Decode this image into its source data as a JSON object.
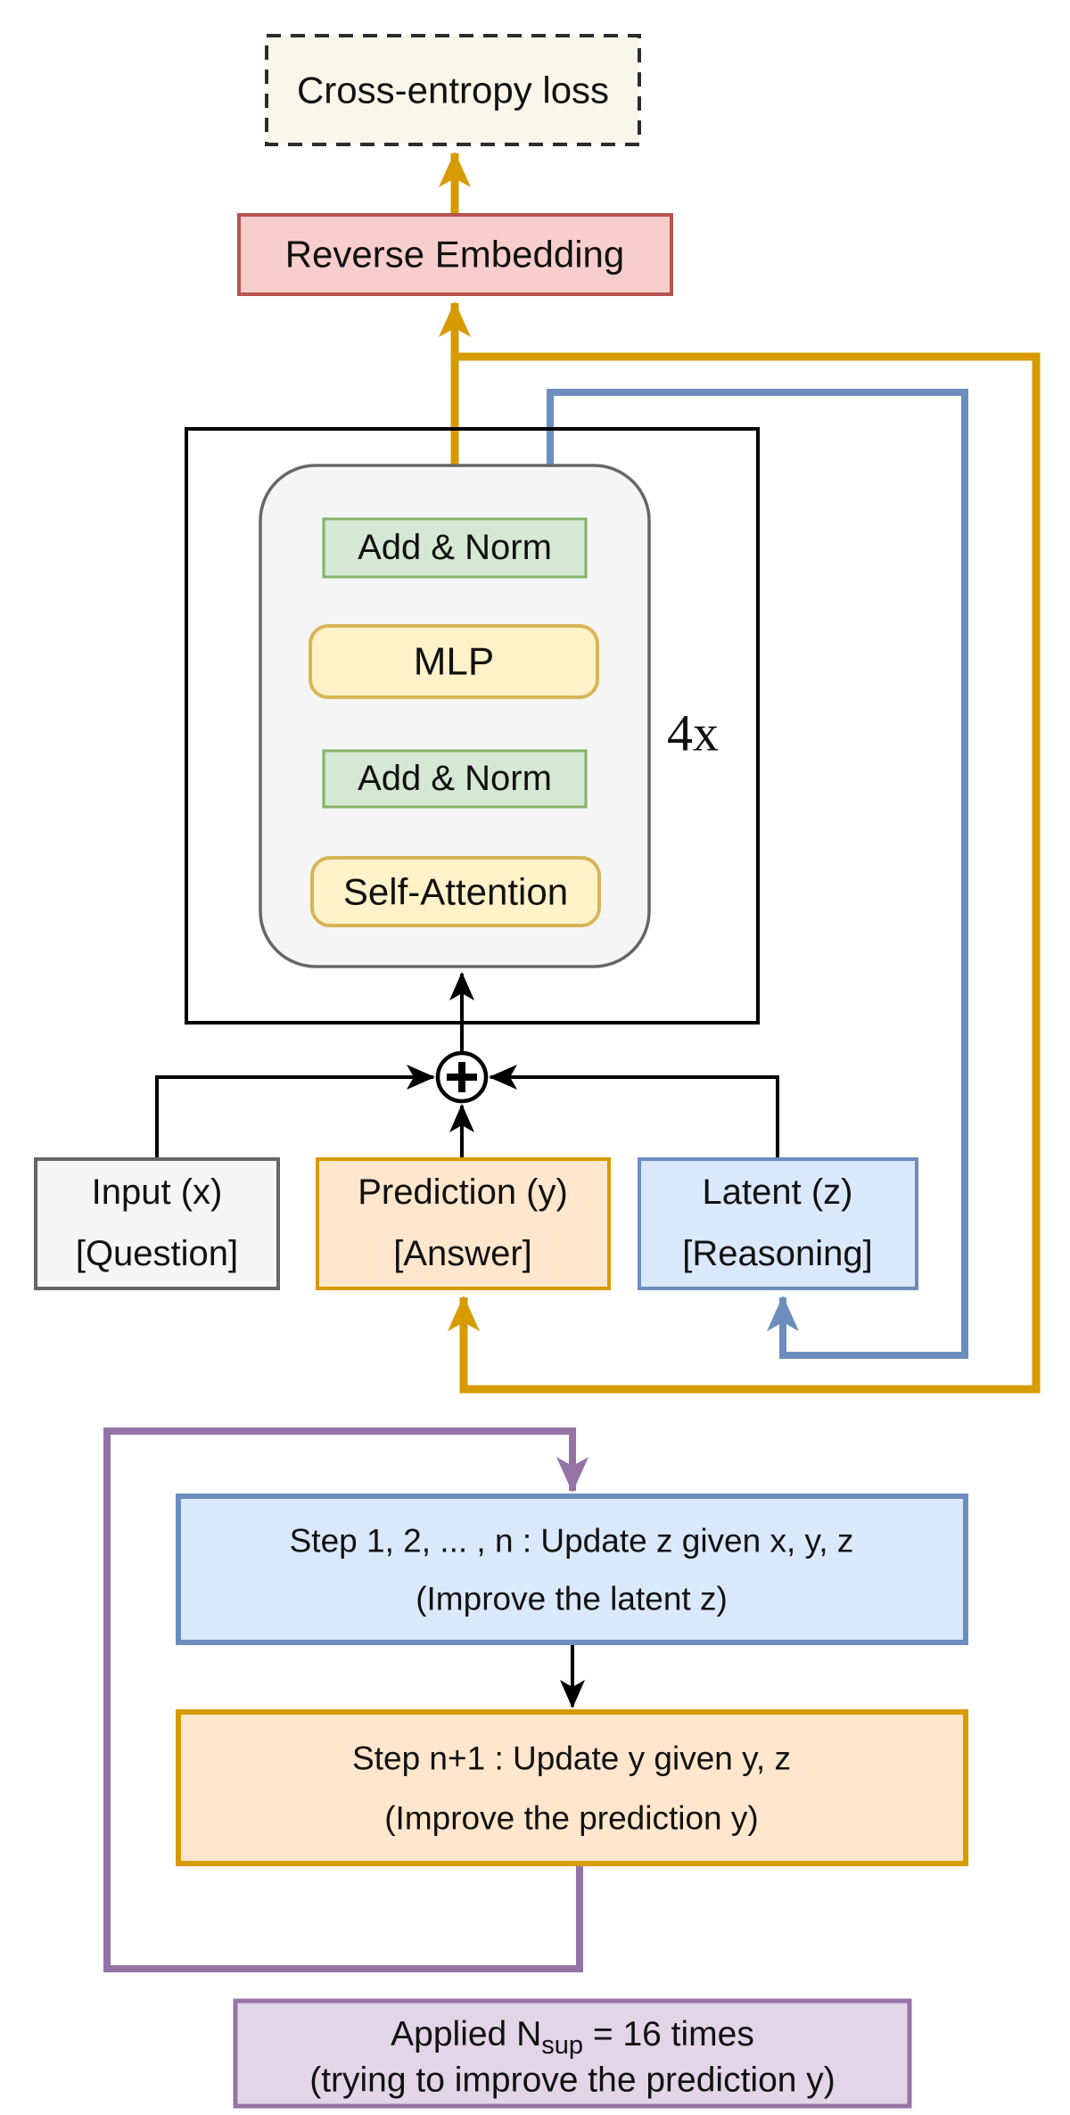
{
  "colors": {
    "orange_accent": "#d79b00",
    "orange_fill": "#ffe6cc",
    "blue_accent": "#6c8ebf",
    "blue_fill": "#dae8fc",
    "purple_accent": "#9673a6",
    "purple_fill": "#e1d5e7",
    "red_border": "#b85450",
    "pink_fill": "#f8cecc",
    "green_border": "#82b366",
    "green_fill": "#d5e8d4",
    "yellow_border": "#d6b656",
    "yellow_fill": "#fff1c8",
    "gray_border": "#666666",
    "gray_fill": "#f5f5f5",
    "loss_fill": "#f9f6ea",
    "wire_black": "#000000"
  },
  "icons": {
    "combiner": "circle-plus-icon",
    "arrowheads": [
      "up-arrow",
      "down-arrow",
      "left-arrow",
      "right-arrow"
    ]
  },
  "top": {
    "loss_label": "Cross-entropy loss",
    "reverse_embedding_label": "Reverse Embedding"
  },
  "transformer_block": {
    "repeat_label": "4x",
    "add_norm_top": "Add & Norm",
    "mlp_label": "MLP",
    "add_norm_bottom": "Add & Norm",
    "self_attention_label": "Self-Attention"
  },
  "state_boxes": {
    "input": {
      "line1": "Input (x)",
      "line2": "[Question]"
    },
    "prediction": {
      "line1": "Prediction (y)",
      "line2": "[Answer]"
    },
    "latent": {
      "line1": "Latent (z)",
      "line2": "[Reasoning]"
    }
  },
  "process_loop": {
    "update_z": {
      "line1": "Step 1, 2, ... , n : Update z given x, y, z",
      "line2": "(Improve the latent z)"
    },
    "update_y": {
      "line1": "Step n+1 : Update y given y, z",
      "line2": "(Improve the prediction y)"
    },
    "applied": {
      "text_prefix": "Applied N",
      "subscript": "sup",
      "text_suffix": " = 16 times",
      "line2": "(trying to improve the prediction y)"
    }
  }
}
